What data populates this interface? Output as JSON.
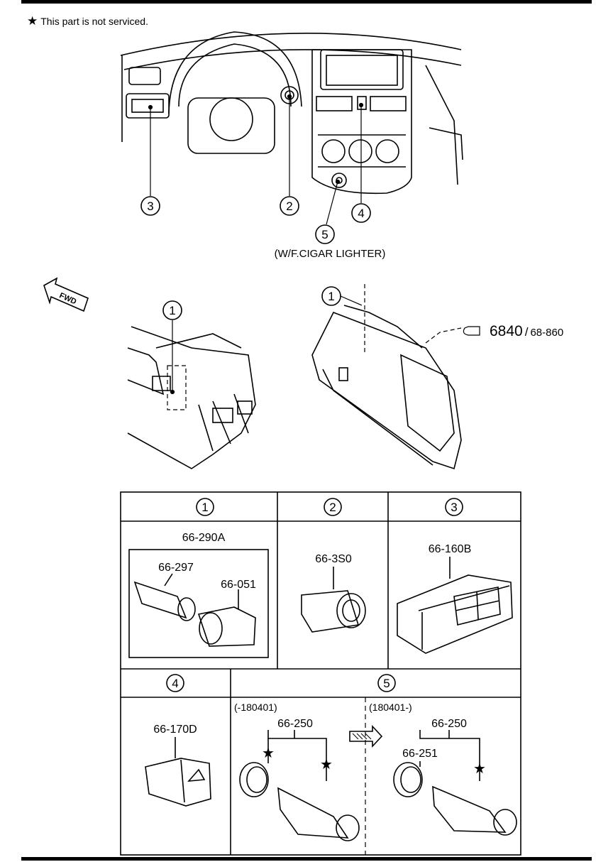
{
  "note": {
    "star": "★",
    "text": "This part is not serviced."
  },
  "callouts": {
    "c1": "1",
    "c2": "2",
    "c3": "3",
    "c4": "4",
    "c5": "5"
  },
  "cigar_note": "(W/F.CIGAR LIGHTER)",
  "fwd": "FWD",
  "panel_ref": {
    "main": "6840",
    "sep": "/",
    "sub": "68-860"
  },
  "table": {
    "cell1": {
      "num": "1",
      "assy": "66-290A",
      "part_a": "66-297",
      "part_b": "66-051"
    },
    "cell2": {
      "num": "2",
      "part": "66-3S0"
    },
    "cell3": {
      "num": "3",
      "part": "66-160B"
    },
    "cell4": {
      "num": "4",
      "part": "66-170D"
    },
    "cell5": {
      "num": "5",
      "left_range": "(-180401)",
      "right_range": "(180401-)",
      "left_part": "66-250",
      "right_part": "66-250",
      "right_sub": "66-251",
      "star": "★"
    }
  }
}
